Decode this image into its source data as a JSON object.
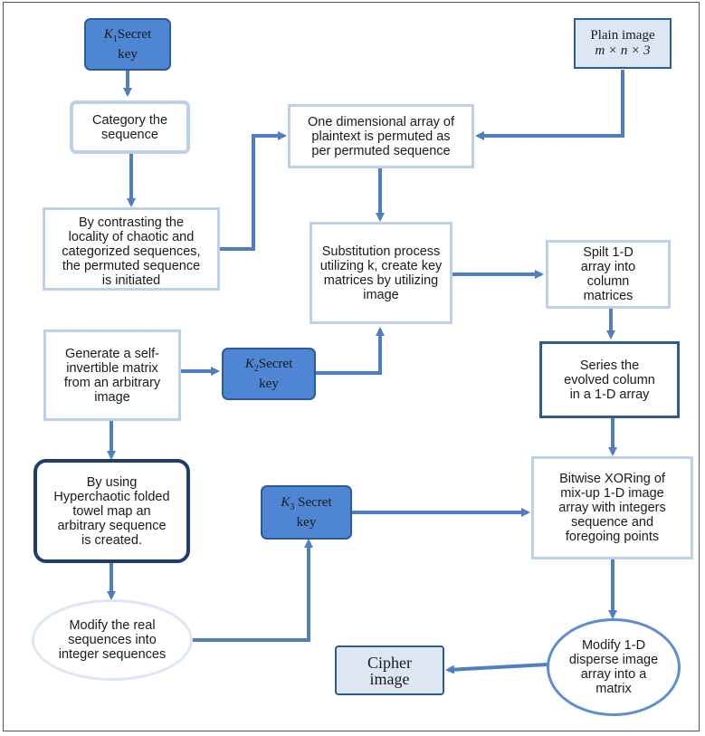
{
  "nodes": {
    "k1": {
      "sym": "K",
      "sub": "1",
      "label": "Secret",
      "line2": "key"
    },
    "plain_image": {
      "line1": "Plain image",
      "line2": "m × n × 3"
    },
    "category": {
      "text": "Category the sequence"
    },
    "one_dim": {
      "text": "One dimensional array of plaintext is permuted as per permuted sequence"
    },
    "contrast": {
      "text": "By contrasting the locality of chaotic and categorized sequences, the permuted sequence is initiated"
    },
    "substitution": {
      "text": "Substitution process utilizing k, create key matrices by utilizing image"
    },
    "split": {
      "text": "Spilt 1-D array into column matrices"
    },
    "generate": {
      "text": "Generate a self-invertible matrix from an arbitrary image"
    },
    "k2": {
      "sym": "K",
      "sub": "2",
      "label": "Secret",
      "line2": "key"
    },
    "series": {
      "text": "Series the evolved column in a 1-D array"
    },
    "hyperchaotic": {
      "text": "By using Hyperchaotic folded towel map an arbitrary sequence is created."
    },
    "k3": {
      "sym": "K",
      "sub": "3",
      "label": " Secret",
      "line2": "key"
    },
    "xor": {
      "text": "Bitwise XORing of mix-up 1-D image array with integers sequence and foregoing points"
    },
    "modify_real": {
      "text": "Modify the real sequences into integer sequences"
    },
    "cipher": {
      "line1": "Cipher",
      "line2": "image"
    },
    "modify_disperse": {
      "text": "Modify 1-D disperse image array into a matrix"
    }
  },
  "colors": {
    "arrow": "#4f7fbf",
    "key_fill": "#4f86d4",
    "light_border": "#bcd0e8",
    "dark_border": "#1f3d6b"
  }
}
